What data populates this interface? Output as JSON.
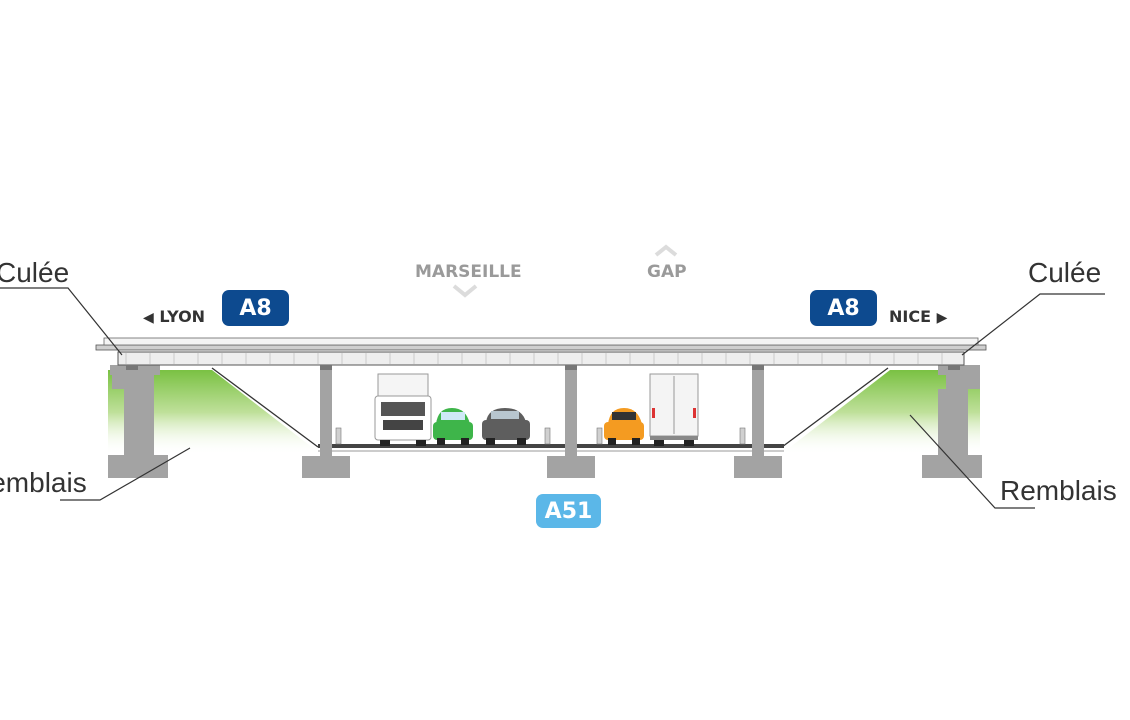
{
  "labels": {
    "culee_left": "Culée",
    "culee_right": "Culée",
    "remblais_left": "Remblais",
    "remblais_right": "Remblais"
  },
  "directions": {
    "left": "LYON",
    "right": "NICE",
    "arrow_left": "◀",
    "arrow_right": "▶"
  },
  "destinations": {
    "down": "MARSEILLE",
    "up": "GAP"
  },
  "routes": {
    "upper_left": "A8",
    "upper_right": "A8",
    "lower": "A51"
  },
  "colors": {
    "a8_badge": "#0d4a8f",
    "a51_badge": "#5bb7e8",
    "embankment_green": "#7ac143",
    "concrete": "#9e9e9e"
  }
}
